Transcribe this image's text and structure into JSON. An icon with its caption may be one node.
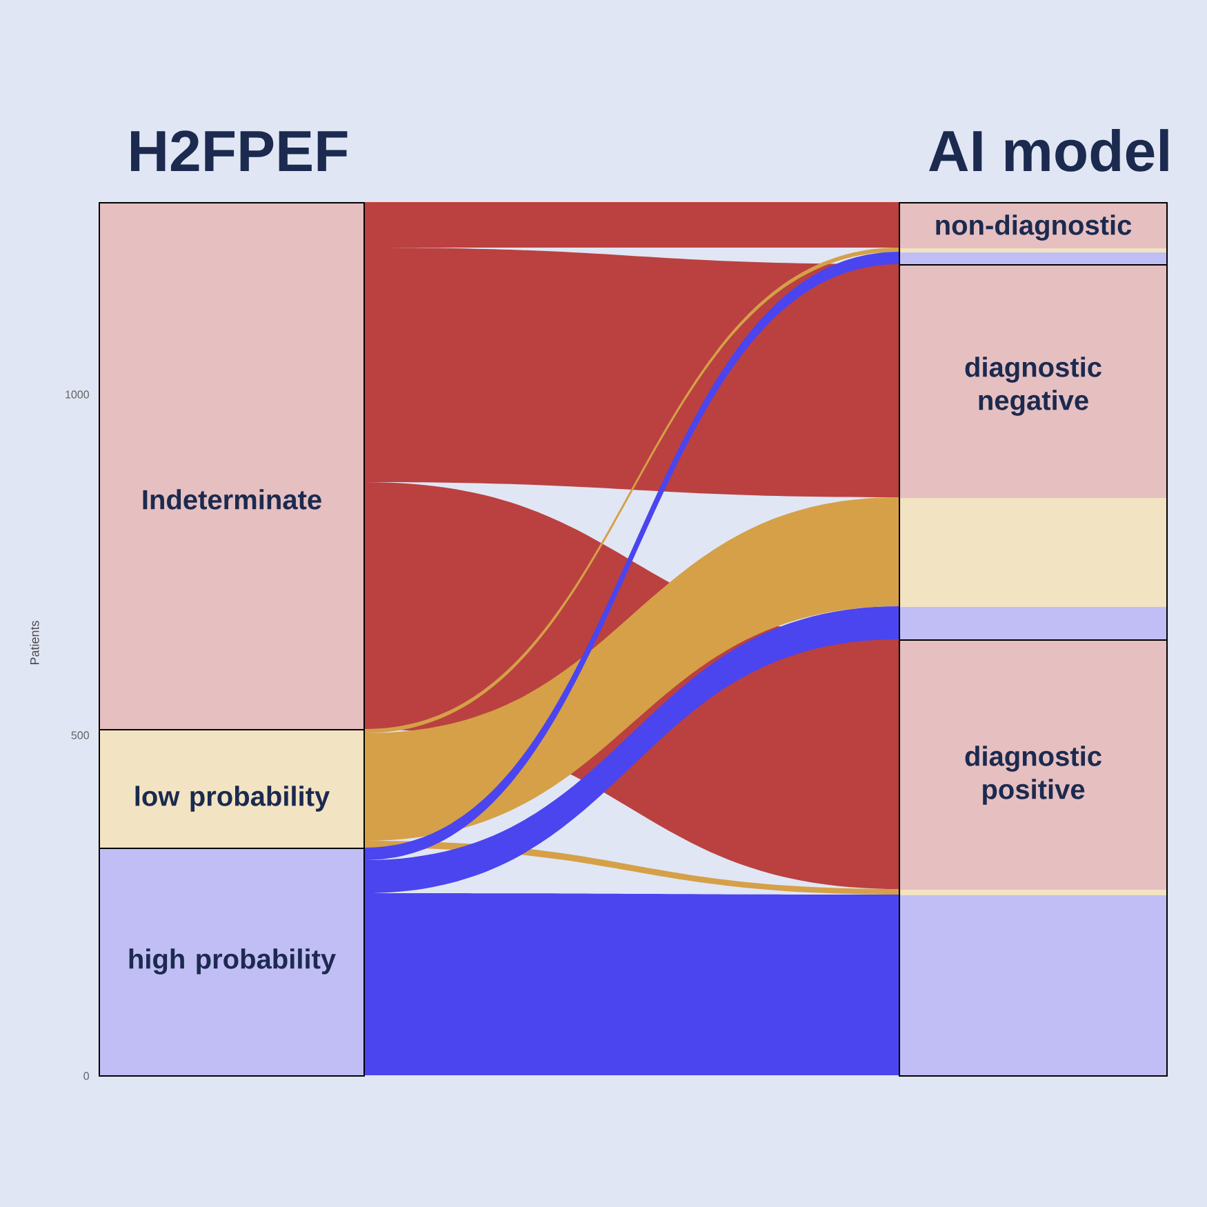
{
  "diagram": {
    "nodes": [
      {
        "text": [
          "Indeterminate"
        ]
      },
      {
        "text": [
          "low probability"
        ]
      },
      {
        "text": [
          "high probability"
        ]
      },
      {
        "text": [
          "non-diagnostic"
        ]
      },
      {
        "text": [
          "diagnostic negative"
        ]
      },
      {
        "text": [
          "diagnostic positive"
        ]
      }
    ],
    "edges": [
      {
        "from": 0,
        "to": 3,
        "arrow": "none",
        "color": "#bb4141"
      },
      {
        "from": 0,
        "to": 4,
        "arrow": "none",
        "color": "#bb4141"
      },
      {
        "from": 0,
        "to": 5,
        "arrow": "none",
        "color": "#bb4141"
      },
      {
        "from": 1,
        "to": 3,
        "arrow": "none",
        "color": "#d5a047"
      },
      {
        "from": 1,
        "to": 4,
        "arrow": "none",
        "color": "#d5a047"
      },
      {
        "from": 1,
        "to": 5,
        "arrow": "none",
        "color": "#d5a047"
      },
      {
        "from": 2,
        "to": 3,
        "arrow": "none",
        "color": "#4a45ee"
      },
      {
        "from": 2,
        "to": 4,
        "arrow": "none",
        "color": "#4a45ee"
      },
      {
        "from": 2,
        "to": 5,
        "arrow": "none",
        "color": "#4a45ee"
      }
    ],
    "labels": [
      "H2FPEF",
      "AI model",
      "1000",
      "500",
      "0",
      "Patients"
    ]
  }
}
